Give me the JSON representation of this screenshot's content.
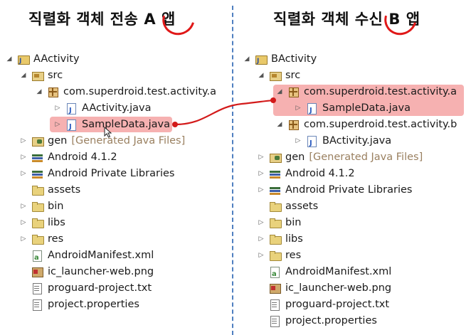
{
  "headings": {
    "left": {
      "text": "직렬화 객체 전송",
      "mark": "A",
      "suffix": "앱"
    },
    "right": {
      "text": "직렬화 객체 수신",
      "mark": "B",
      "suffix": "앱"
    }
  },
  "left_tree": {
    "project": "AActivity",
    "src": "src",
    "package": "com.superdroid.test.activity.a",
    "file1": "AActivity.java",
    "file2": "SampleData.java",
    "gen": "gen",
    "gen_note": "[Generated Java Files]",
    "android": "Android 4.1.2",
    "private_libs": "Android Private Libraries",
    "assets": "assets",
    "bin": "bin",
    "libs": "libs",
    "res": "res",
    "manifest": "AndroidManifest.xml",
    "launcher": "ic_launcher-web.png",
    "proguard": "proguard-project.txt",
    "properties": "project.properties"
  },
  "right_tree": {
    "project": "BActivity",
    "src": "src",
    "package_a": "com.superdroid.test.activity.a",
    "file_a": "SampleData.java",
    "package_b": "com.superdroid.test.activity.b",
    "file_b": "BActivity.java",
    "gen": "gen",
    "gen_note": "[Generated Java Files]",
    "android": "Android 4.1.2",
    "private_libs": "Android Private Libraries",
    "assets": "assets",
    "bin": "bin",
    "libs": "libs",
    "res": "res",
    "manifest": "AndroidManifest.xml",
    "launcher": "ic_launcher-web.png",
    "proguard": "proguard-project.txt",
    "properties": "project.properties"
  },
  "colors": {
    "highlight": "#f5a3a3",
    "arrow": "#d31a1a",
    "divider": "#4f7fc0"
  },
  "glyphs": {
    "expanded": "◢",
    "collapsed": "▷"
  }
}
